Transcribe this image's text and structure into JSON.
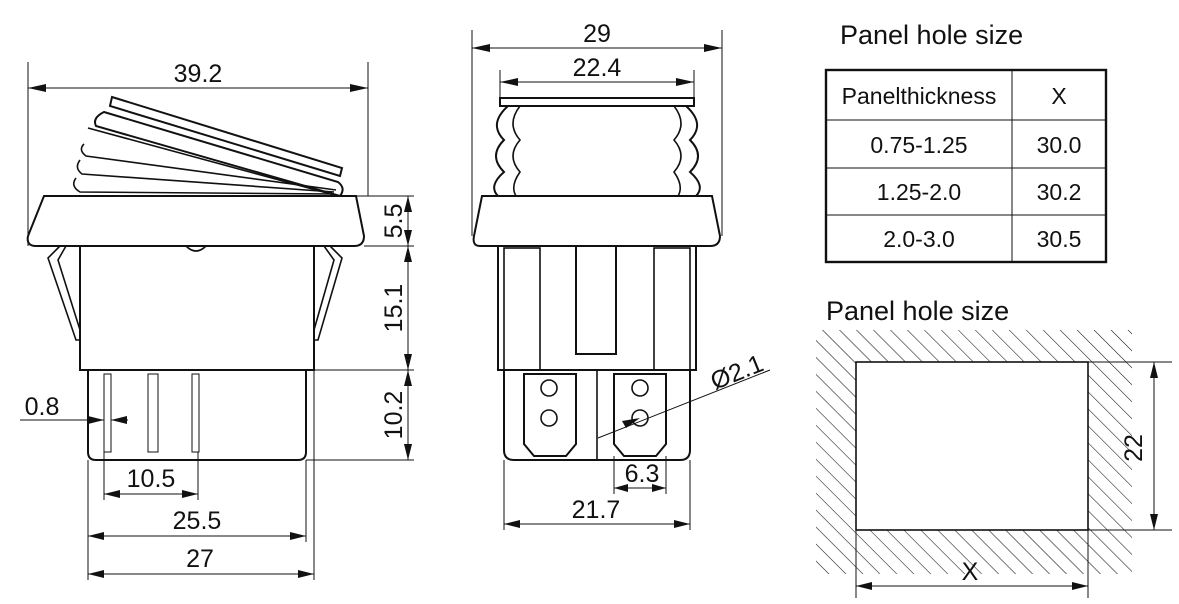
{
  "side_view": {
    "width_overall": "39.2",
    "cap_height": "5.5",
    "body_height": "15.1",
    "terminal_height": "10.2",
    "pin_width": "0.8",
    "pin_spacing": "10.5",
    "body_width": "25.5",
    "base_width": "27"
  },
  "front_view": {
    "cap_width": "29",
    "top_width": "22.4",
    "hole_diameter": "Ø2.1",
    "terminal_width": "6.3",
    "base_width": "21.7"
  },
  "table": {
    "title": "Panel hole size",
    "headers": [
      "Panelthickness",
      "X"
    ],
    "rows": [
      [
        "0.75-1.25",
        "30.0"
      ],
      [
        "1.25-2.0",
        "30.2"
      ],
      [
        "2.0-3.0",
        "30.5"
      ]
    ]
  },
  "panel_hole": {
    "title": "Panel hole size",
    "height_label": "22",
    "width_label": "X"
  }
}
